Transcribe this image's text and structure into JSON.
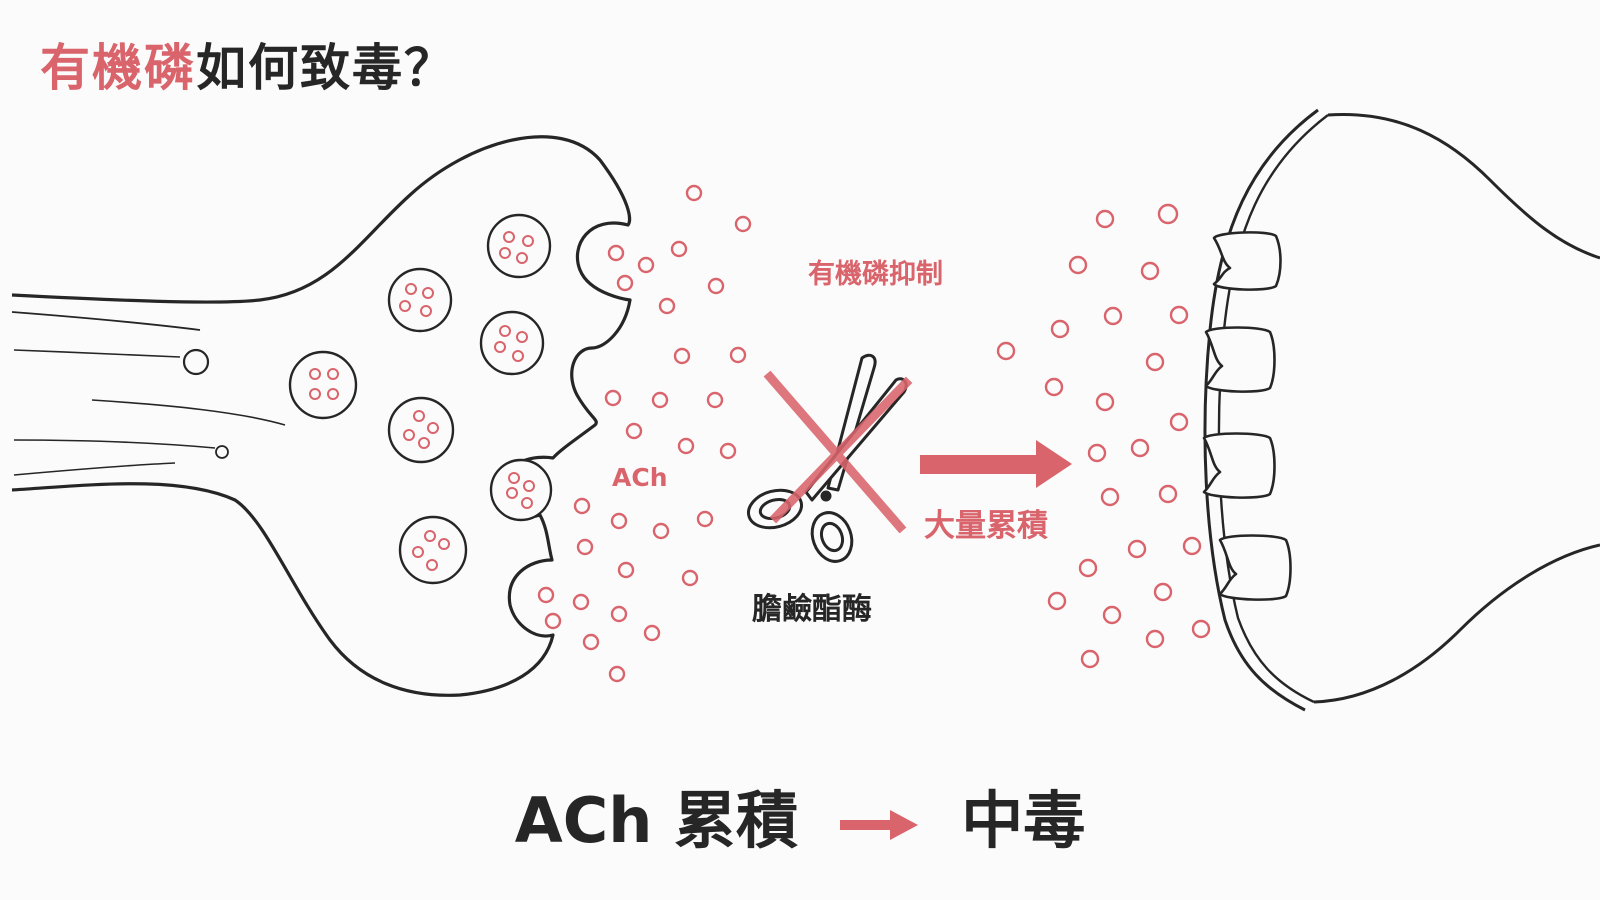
{
  "title": {
    "highlight": "有機磷",
    "rest": "如何致毒？"
  },
  "labels": {
    "inhibit": "有機磷抑制",
    "ach": "ACh",
    "enzyme": "膽鹼酯酶",
    "accumulate": "大量累積"
  },
  "conclusion": {
    "left": "ACh 累積",
    "right": "中毒"
  },
  "colors": {
    "accent": "#d9646c",
    "ink": "#262626",
    "background": "#fbfbfb"
  }
}
